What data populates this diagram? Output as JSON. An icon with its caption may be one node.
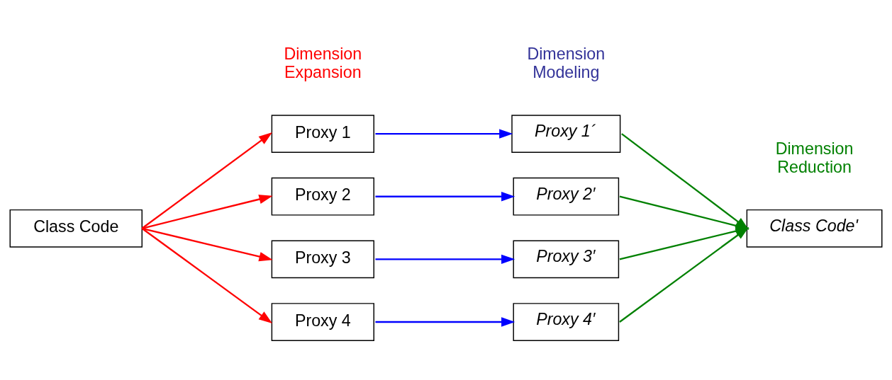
{
  "diagram": {
    "nodes": [
      {
        "text": [
          "Class Code"
        ]
      },
      {
        "text": [
          "Proxy 1"
        ]
      },
      {
        "text": [
          "Proxy 2"
        ]
      },
      {
        "text": [
          "Proxy 3"
        ]
      },
      {
        "text": [
          "Proxy 4"
        ]
      },
      {
        "text": [
          "Proxy 1´"
        ]
      },
      {
        "text": [
          "Proxy 2′"
        ]
      },
      {
        "text": [
          "Proxy 3′"
        ]
      },
      {
        "text": [
          "Proxy 4′"
        ]
      },
      {
        "text": [
          "Class Code'"
        ]
      }
    ],
    "edges": [
      {
        "from": 0,
        "to": 1,
        "arrow": "to",
        "color": "#ff0000"
      },
      {
        "from": 0,
        "to": 2,
        "arrow": "to",
        "color": "#ff0000"
      },
      {
        "from": 0,
        "to": 3,
        "arrow": "to",
        "color": "#ff0000"
      },
      {
        "from": 0,
        "to": 4,
        "arrow": "to",
        "color": "#ff0000"
      },
      {
        "from": 1,
        "to": 5,
        "arrow": "to",
        "color": "#0000ff"
      },
      {
        "from": 2,
        "to": 6,
        "arrow": "to",
        "color": "#0000ff"
      },
      {
        "from": 3,
        "to": 7,
        "arrow": "to",
        "color": "#0000ff"
      },
      {
        "from": 4,
        "to": 8,
        "arrow": "to",
        "color": "#0000ff"
      },
      {
        "from": 5,
        "to": 9,
        "arrow": "to",
        "color": "#008000"
      },
      {
        "from": 6,
        "to": 9,
        "arrow": "to",
        "color": "#008000"
      },
      {
        "from": 7,
        "to": 9,
        "arrow": "to",
        "color": "#008000"
      },
      {
        "from": 8,
        "to": 9,
        "arrow": "to",
        "color": "#008000"
      }
    ],
    "labels": [
      "Dimension Expansion",
      "Dimension Modeling",
      "Dimension Reduction"
    ]
  }
}
